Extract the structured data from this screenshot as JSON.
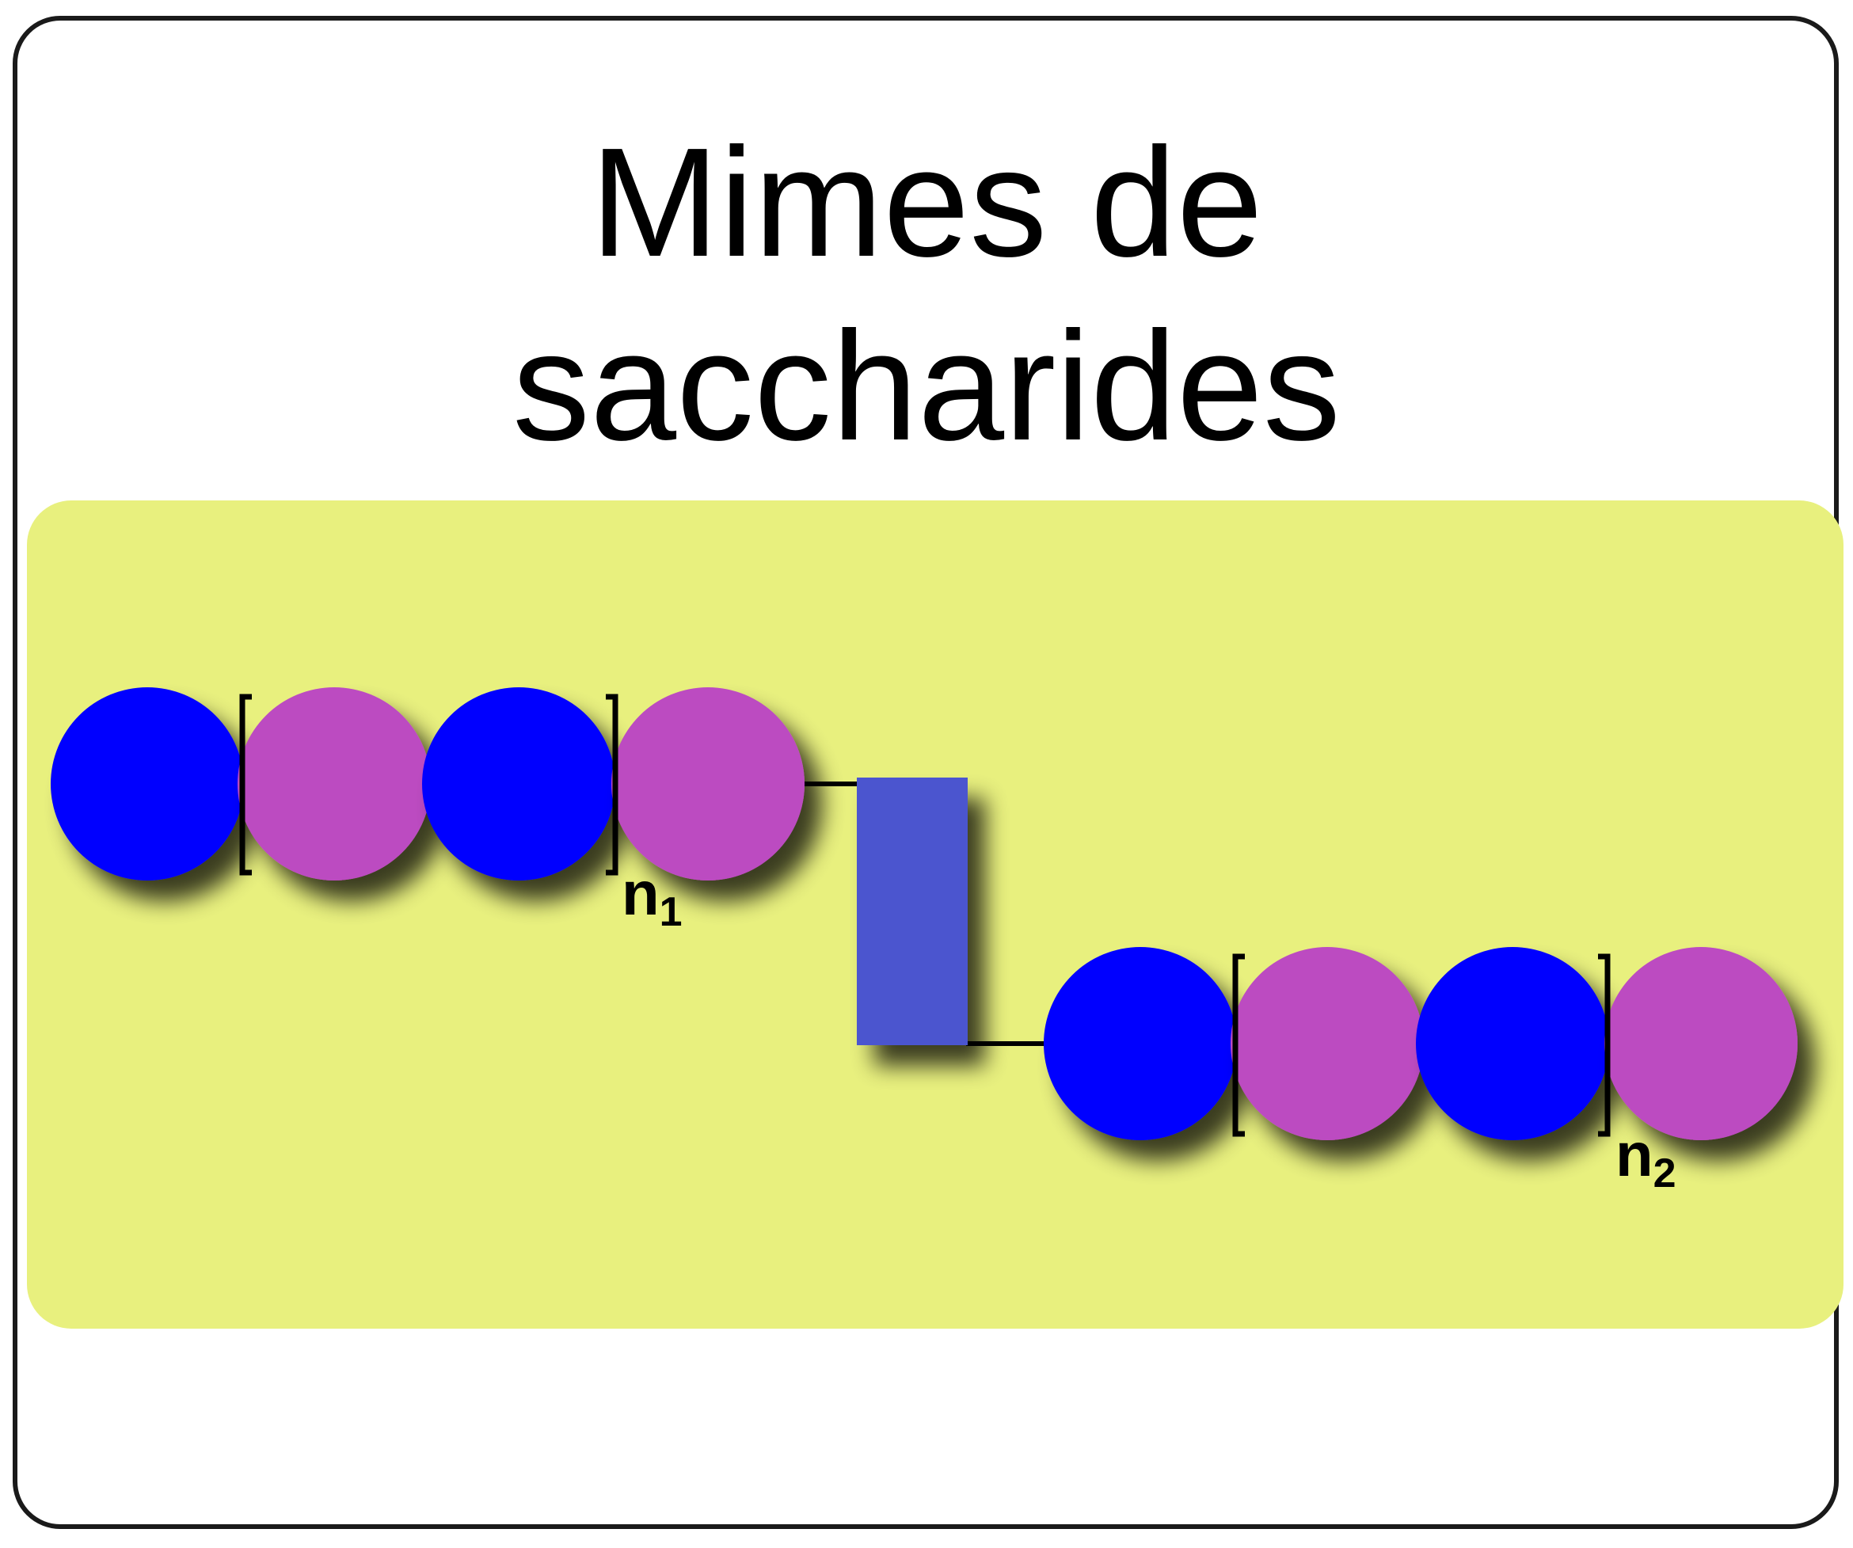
{
  "title": {
    "line1": "Mimes de",
    "line2": "saccharides"
  },
  "labels": {
    "repeat1": "n",
    "repeat1_sub": "1",
    "repeat2": "n",
    "repeat2_sub": "2"
  },
  "colors": {
    "panel": "#E8F07E",
    "blue_unit": "#0000FF",
    "magenta_unit": "#BC4CC1",
    "linker": "#4C55CF",
    "outline": "#1A1A1A"
  },
  "chains": [
    {
      "name": "chain-1",
      "units": [
        "blue",
        "magenta",
        "blue",
        "magenta"
      ],
      "repeat_label": "n1"
    },
    {
      "name": "chain-2",
      "units": [
        "blue",
        "magenta",
        "blue",
        "magenta"
      ],
      "repeat_label": "n2"
    }
  ]
}
